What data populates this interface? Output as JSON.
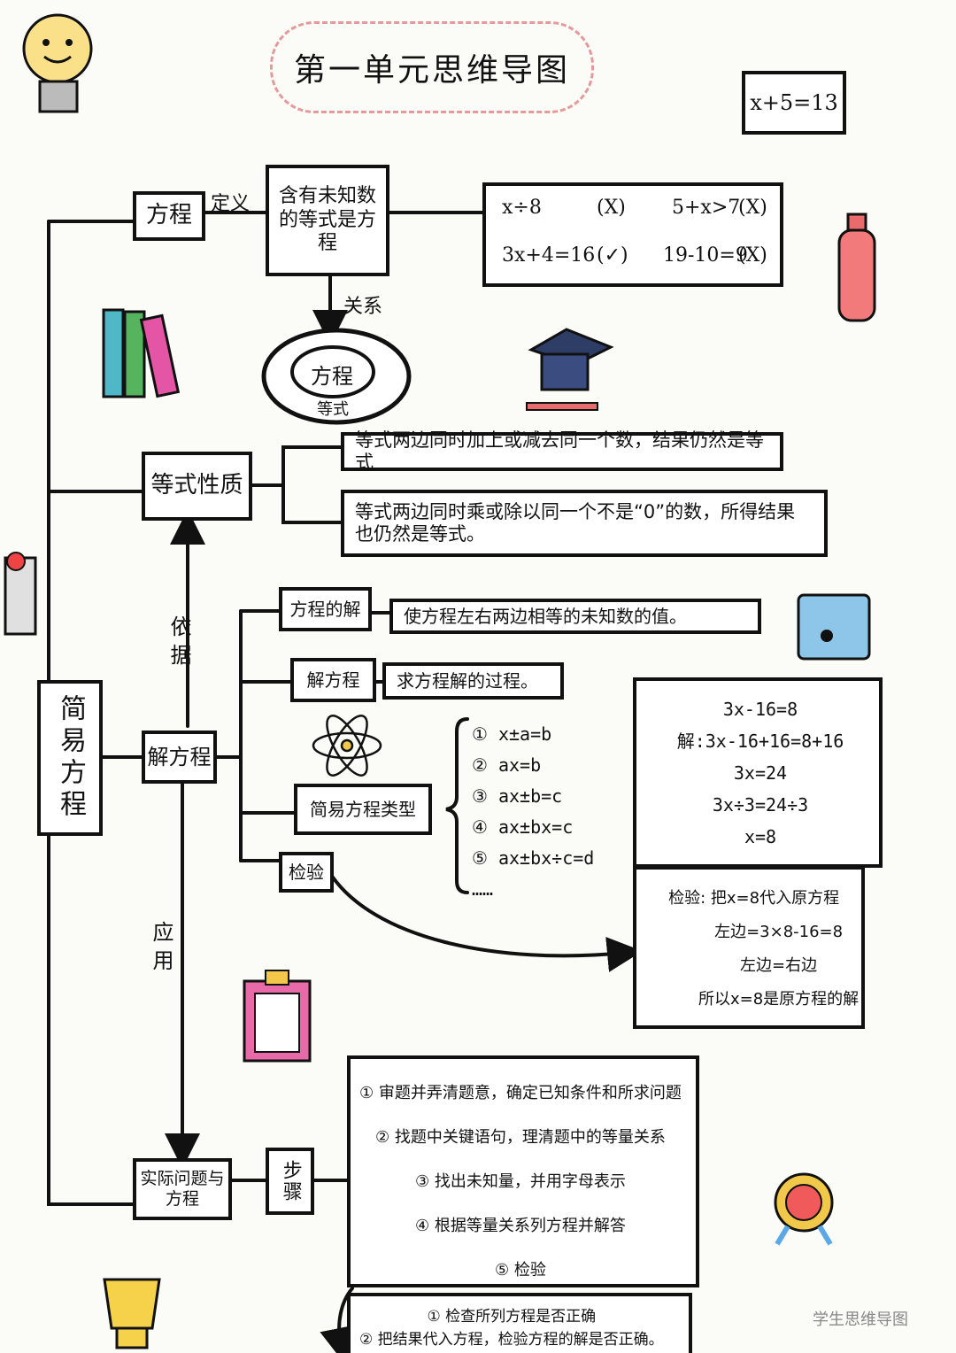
{
  "title": "第一单元思维导图",
  "corner_board": "x+5=13",
  "root": "简易方程",
  "definition": {
    "node": "方程",
    "edge": "定义",
    "text": "含有未知数的等式是方程"
  },
  "examples": [
    {
      "eq": "x÷8",
      "mark": "(X)"
    },
    {
      "eq": "5+x>7",
      "mark": "(X)"
    },
    {
      "eq": "3x+4=16",
      "mark": "(✓)"
    },
    {
      "eq": "19-10=9",
      "mark": "(X)"
    }
  ],
  "relation": {
    "edge": "关系",
    "inner": "方程",
    "outer": "等式"
  },
  "property": {
    "node": "等式性质",
    "items": [
      "等式两边同时加上或减去同一个数，结果仍然是等式",
      "等式两边同时乘或除以同一个不是“0”的数，所得结果也仍然是等式。"
    ]
  },
  "basis_label": "依据",
  "apply_label": "应用",
  "solve": {
    "node": "解方程",
    "children": [
      {
        "label": "方程的解",
        "desc": "使方程左右两边相等的未知数的值。"
      },
      {
        "label": "解方程",
        "desc": "求方程解的过程。"
      },
      {
        "label": "简易方程类型",
        "desc": ""
      },
      {
        "label": "检验",
        "desc": ""
      }
    ],
    "types": [
      "① x±a=b",
      "② ax=b",
      "③ ax±b=c",
      "④ ax±bx=c",
      "⑤ ax±bx÷c=d",
      "……"
    ]
  },
  "worked": [
    "3x-16=8",
    "解:3x-16+16=8+16",
    "3x=24",
    "3x÷3=24÷3",
    "x=8"
  ],
  "check": [
    "检验: 把x=8代入原方程",
    "左边=3×8-16=8",
    "左边=右边",
    "所以x=8是原方程的解"
  ],
  "practical": {
    "node": "实际问题与方程",
    "steps_label": "步骤",
    "steps": [
      "① 审题并弄清题意，确定已知条件和所求问题",
      "② 找题中关键语句，理清题中的等量关系",
      "③ 找出未知量，并用字母表示",
      "④ 根据等量关系列方程并解答",
      "⑤ 检验"
    ],
    "check_items": [
      "① 检查所列方程是否正确",
      "② 把结果代入方程，检验方程的解是否正确。"
    ]
  },
  "watermark": "学生思维导图"
}
